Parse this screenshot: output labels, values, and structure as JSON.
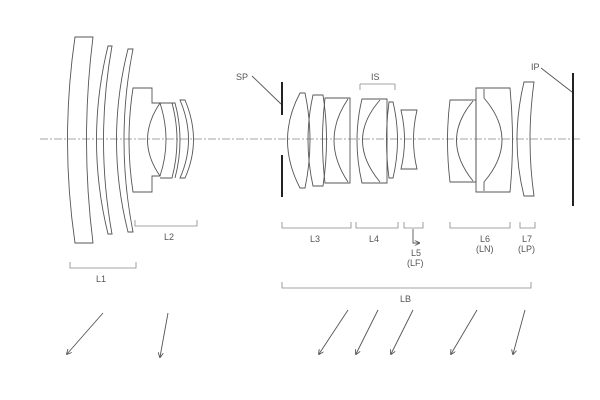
{
  "labels": {
    "L1": "L1",
    "L2": "L2",
    "L3": "L3",
    "L4": "L4",
    "L5": "L5",
    "L5_sub": "(LF)",
    "L6": "L6",
    "L6_sub": "(LN)",
    "L7": "L7",
    "L7_sub": "(LP)",
    "LB": "LB",
    "SP": "SP",
    "IS": "IS",
    "IP": "IP"
  }
}
